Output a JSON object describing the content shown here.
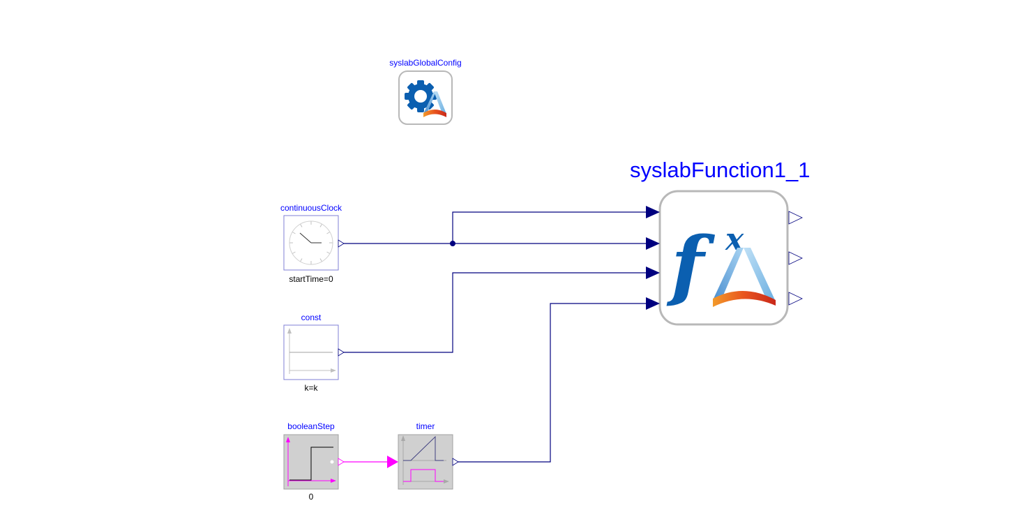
{
  "blocks": {
    "global_config": {
      "name": "syslabGlobalConfig"
    },
    "function": {
      "name": "syslabFunction1_1"
    },
    "clock": {
      "name": "continuousClock",
      "param": "startTime=0"
    },
    "const": {
      "name": "const",
      "param": "k=k"
    },
    "boolean_step": {
      "name": "booleanStep",
      "param": "0"
    },
    "timer": {
      "name": "timer"
    }
  },
  "colors": {
    "label": "#0000ff",
    "connection": "#00007f",
    "boolean_connection": "#ff00ff",
    "block_border": "#7f7fd5",
    "logo_blue": "#0b5fb0",
    "logo_light_blue": "#8cc4ea",
    "logo_orange": "#e8541e"
  },
  "icons": [
    "clock-icon",
    "constant-icon",
    "step-icon",
    "timer-icon",
    "gear-icon",
    "fx-icon"
  ]
}
